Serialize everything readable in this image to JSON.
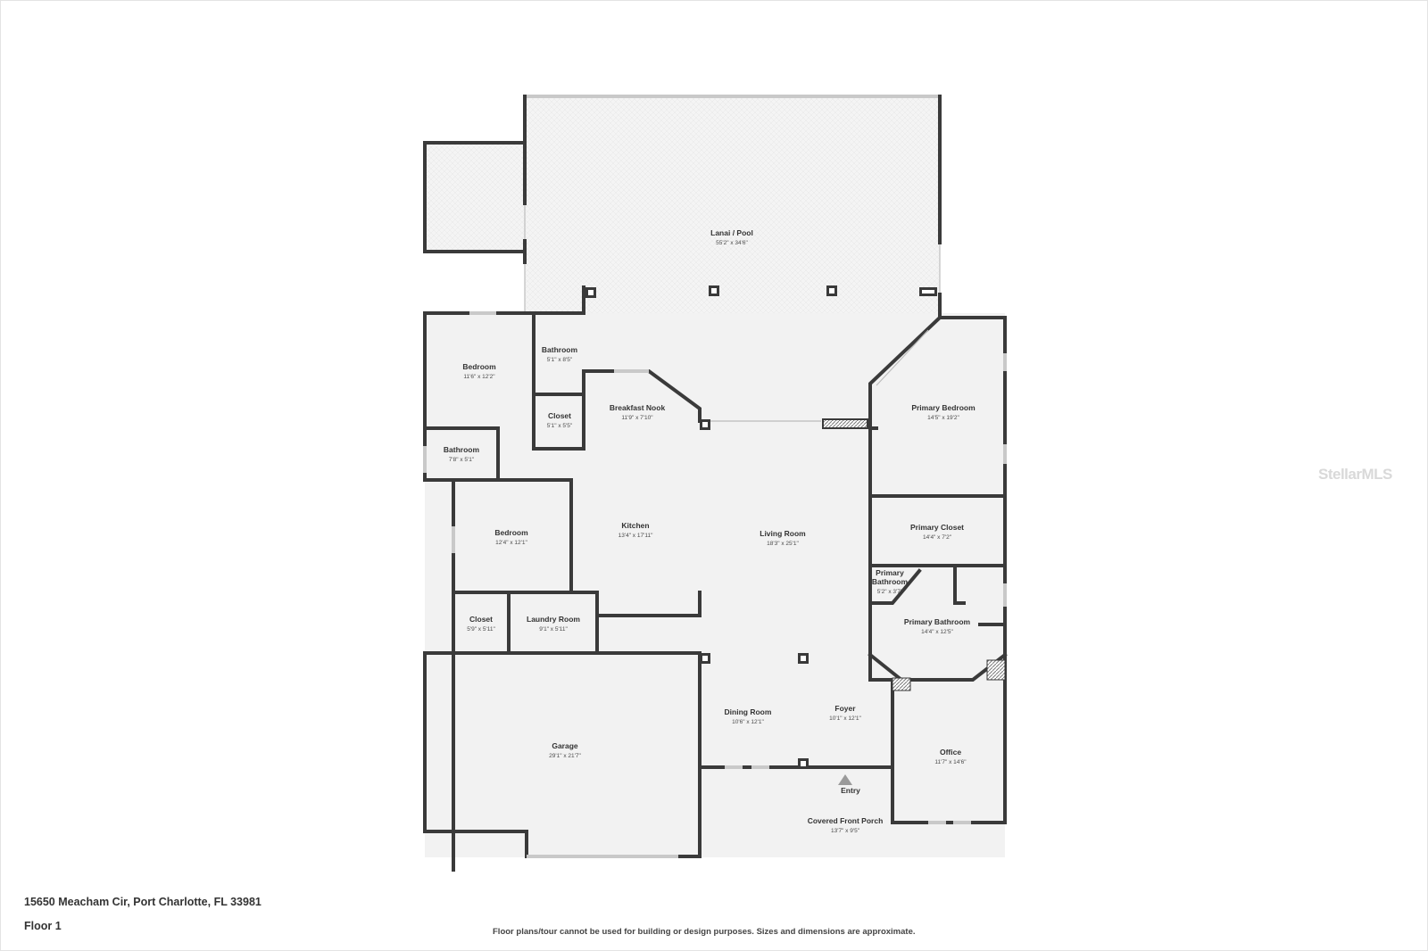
{
  "plan": {
    "address": "15650 Meacham Cir, Port Charlotte, FL 33981",
    "floor_label": "Floor 1",
    "disclaimer": "Floor plans/tour cannot be used for building or design purposes. Sizes and dimensions are approximate.",
    "watermark": "StellarMLS",
    "colors": {
      "wall": "#3a3a3a",
      "floor": "#f2f2f2",
      "outdoor": "#f6f6f6",
      "text": "#333333"
    },
    "rooms": [
      {
        "name": "Lanai / Pool",
        "dims": "55'2\" x 34'6\""
      },
      {
        "name": "Bedroom",
        "dims": "11'6\" x 12'2\""
      },
      {
        "name": "Bathroom",
        "dims": "5'1\" x 8'5\""
      },
      {
        "name": "Closet",
        "dims": "5'1\" x 5'5\""
      },
      {
        "name": "Breakfast Nook",
        "dims": "11'9\" x 7'10\""
      },
      {
        "name": "Primary Bedroom",
        "dims": "14'5\" x 19'2\""
      },
      {
        "name": "Bathroom",
        "dims": "7'8\" x 5'1\""
      },
      {
        "name": "Bedroom",
        "dims": "12'4\" x 12'1\""
      },
      {
        "name": "Kitchen",
        "dims": "13'4\" x 17'11\""
      },
      {
        "name": "Living Room",
        "dims": "18'3\" x 25'1\""
      },
      {
        "name": "Primary Closet",
        "dims": "14'4\" x 7'2\""
      },
      {
        "name": "Primary Bathroom",
        "dims": "5'2\" x 3'7\""
      },
      {
        "name": "Primary Bathroom",
        "dims": "14'4\" x 12'5\""
      },
      {
        "name": "Closet",
        "dims": "5'9\" x 5'11\""
      },
      {
        "name": "Laundry Room",
        "dims": "9'1\" x 5'11\""
      },
      {
        "name": "Garage",
        "dims": "29'1\" x 21'7\""
      },
      {
        "name": "Dining Room",
        "dims": "10'6\" x 12'1\""
      },
      {
        "name": "Foyer",
        "dims": "10'1\" x 12'1\""
      },
      {
        "name": "Office",
        "dims": "11'7\" x 14'6\""
      },
      {
        "name": "Entry",
        "dims": ""
      },
      {
        "name": "Covered Front Porch",
        "dims": "13'7\" x 9'5\""
      }
    ]
  }
}
